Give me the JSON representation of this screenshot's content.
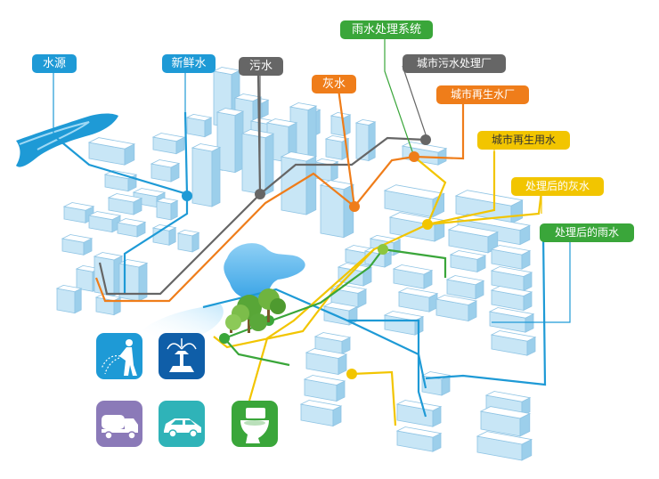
{
  "labels": {
    "water_source": "水源",
    "fresh_water": "新鲜水",
    "sewage": "污水",
    "grey_water": "灰水",
    "rainwater_system": "雨水处理系统",
    "sewage_plant": "城市污水处理厂",
    "recycled_plant": "城市再生水厂",
    "recycled_use": "城市再生用水",
    "treated_grey": "处理后的灰水",
    "treated_rain": "处理后的雨水"
  },
  "colors": {
    "fresh_water": "#1e9ad6",
    "sewage": "#666666",
    "grey_water": "#ef7d1a",
    "rainwater": "#3aa63a",
    "recycled": "#f2c500",
    "building_face": "#c8e6f6",
    "building_top": "#ffffff",
    "building_edge": "#8fc4e4"
  },
  "icons": [
    "irrigation-icon",
    "fountain-icon",
    "water-truck-icon",
    "car-wash-icon",
    "toilet-icon"
  ]
}
